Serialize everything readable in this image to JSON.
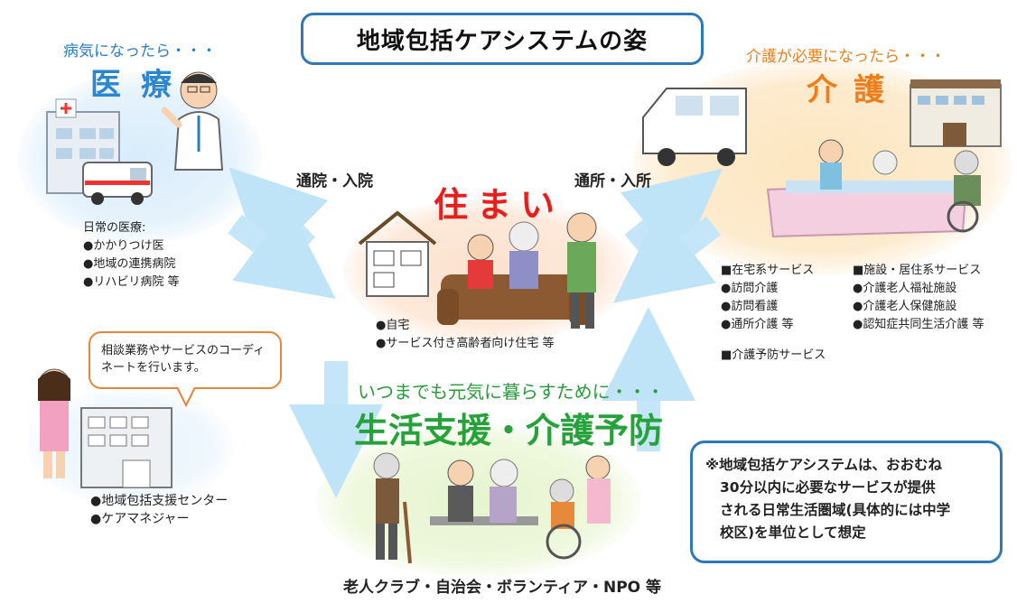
{
  "title": "地域包括ケアシステムの姿",
  "medical": {
    "subtitle": "病気になったら・・・",
    "heading": "医療",
    "items": [
      "日常の医療:",
      "●かかりつけ医",
      "●地域の連携病院",
      "●リハビリ病院 等"
    ]
  },
  "care": {
    "subtitle": "介護が必要になったら・・・",
    "heading": "介護",
    "home_services": [
      "■在宅系サービス",
      "●訪問介護",
      "●訪問看護",
      "●通所介護 等"
    ],
    "facility_services": [
      "■施設・居住系サービス",
      "●介護老人福祉施設",
      "●介護老人保健施設",
      "●認知症共同生活介護 等"
    ],
    "prevention": "■介護予防サービス"
  },
  "housing": {
    "heading": "住まい",
    "items": [
      "●自宅",
      "●サービス付き高齢者向け住宅 等"
    ]
  },
  "arrows": {
    "left_label": "通院・入院",
    "right_label": "通所・入所"
  },
  "support": {
    "speech": "相談業務やサービスのコーディネートを行います。",
    "items": [
      "●地域包括支援センター",
      "●ケアマネジャー"
    ]
  },
  "life": {
    "subtitle": "いつまでも元気に暮らすために・・・",
    "heading": "生活支援・介護予防",
    "bottom": "老人クラブ・自治会・ボランティア・NPO 等"
  },
  "note": {
    "lines": [
      "※地域包括ケアシステムは、おおむね",
      "30分以内に必要なサービスが提供",
      "される日常生活圏域(具体的には中学",
      "校区)を単位として想定"
    ]
  }
}
